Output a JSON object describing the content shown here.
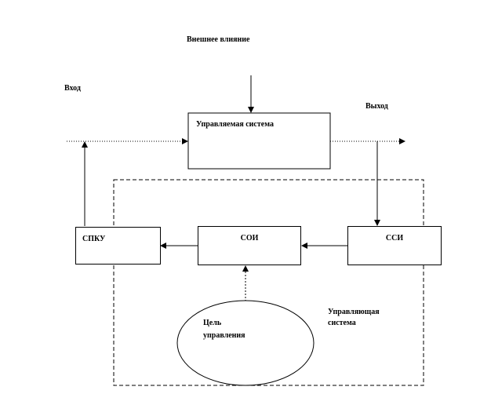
{
  "labels": {
    "external_influence": "Внешнее влияние",
    "input": "Вход",
    "output": "Выход",
    "managed_system": "Управляемая система",
    "managing_system_line1": "Управляющая",
    "managing_system_line2": "система",
    "goal_line1": "Цель",
    "goal_line2": "управления"
  },
  "blocks": {
    "spku": "СПКУ",
    "soi": "СОИ",
    "ssi": "ССИ"
  }
}
